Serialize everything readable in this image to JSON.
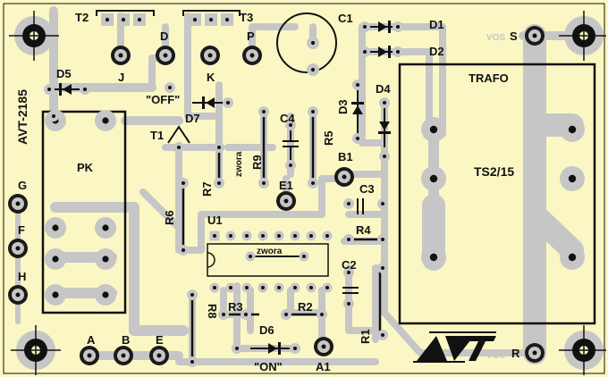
{
  "board": {
    "code": "AVT-2185",
    "logo_text": "AVT",
    "colors": {
      "background": "#fbf7c4",
      "trace": "#c6c6c6",
      "silk": "#111111",
      "pad_ring": "#1a1a1a",
      "pad_fill": "#c6c6c6"
    }
  },
  "labels": {
    "T2": "T2",
    "T3": "T3",
    "C1": "C1",
    "D1": "D1",
    "D2": "D2",
    "J": "J",
    "D": "D",
    "K": "K",
    "P": "P",
    "D5": "D5",
    "OFF": "\"OFF\"",
    "D7": "D7",
    "C4": "C4",
    "D3": "D3",
    "D4": "D4",
    "TRAFO": "TRAFO",
    "T1": "T1",
    "PK": "PK",
    "R9": "R9",
    "zwora1": "zwora",
    "R5": "R5",
    "B1": "B1",
    "TS": "TS2/15",
    "G": "G",
    "R7": "R7",
    "E1": "E1",
    "C3": "C3",
    "R6": "R6",
    "U1": "U1",
    "R4": "R4",
    "F": "F",
    "zwora2": "zwora",
    "C2": "C2",
    "H": "H",
    "R8": "R8",
    "R3": "R3",
    "R2": "R2",
    "D6": "D6",
    "R1": "R1",
    "A": "A",
    "B": "B",
    "E": "E",
    "ON": "\"ON\"",
    "A1": "A1",
    "VOS1": "VOS",
    "S": "S",
    "VOS2": "VOS",
    "R": "R"
  }
}
